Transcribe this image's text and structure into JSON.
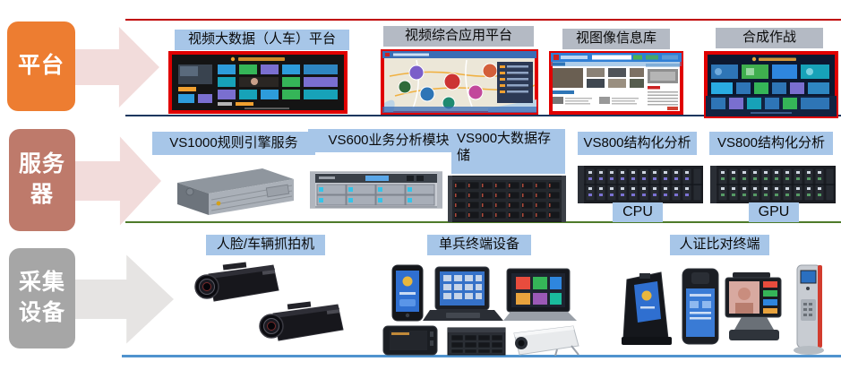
{
  "rows": [
    {
      "category": "平台",
      "items": [
        {
          "label": "视频大数据（人车）平台"
        },
        {
          "label": "视频综合应用平台"
        },
        {
          "label": "视图像信息库"
        },
        {
          "label": "合成作战"
        }
      ]
    },
    {
      "category": "服务\n器",
      "items": [
        {
          "label": "VS1000规则引擎服务"
        },
        {
          "label": "VS600业务分析模块"
        },
        {
          "label": "VS900大数据存储"
        },
        {
          "label": "VS800结构化分析",
          "sub": "CPU"
        },
        {
          "label": "VS800结构化分析",
          "sub": "GPU"
        }
      ]
    },
    {
      "category": "采集\n设备",
      "items": [
        {
          "label": "人脸/车辆抓拍机"
        },
        {
          "label": "单兵终端设备"
        },
        {
          "label": "人证比对终端"
        }
      ]
    }
  ],
  "palette": {
    "platform_block": "#ED7D31",
    "server_block": "#BE7A6B",
    "capture_block": "#A6A6A6",
    "arrow_pink": "#F2DCDB",
    "arrow_gray": "#E6E4E3",
    "label_blue": "#A7C6E8",
    "label_gray": "#B4BAC4",
    "line_red": "#C00000",
    "line_navy": "#17375E",
    "line_green": "#4E7B2A",
    "line_blue": "#4F93CE",
    "screenshot_border": "#E00000"
  }
}
